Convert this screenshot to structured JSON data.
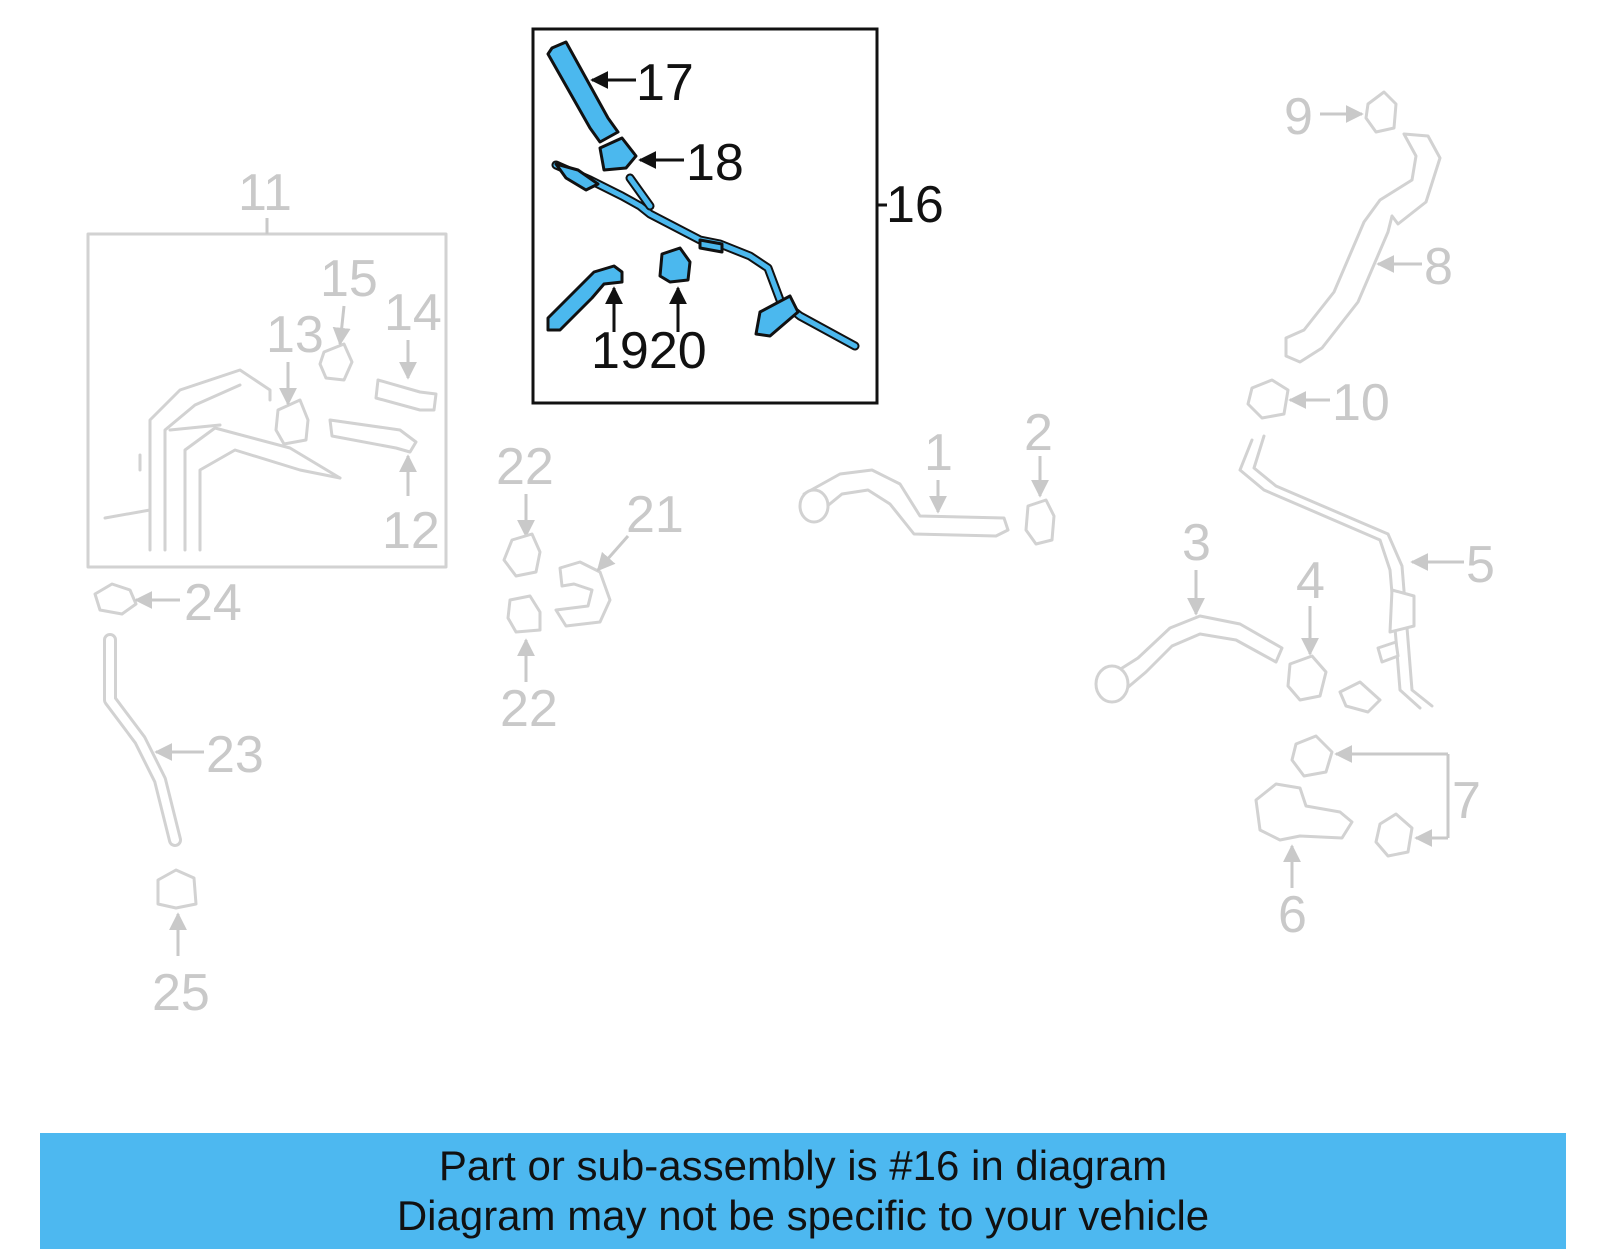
{
  "labels": {
    "l1": "1",
    "l2": "2",
    "l3": "3",
    "l4": "4",
    "l5": "5",
    "l6": "6",
    "l7": "7",
    "l8": "8",
    "l9": "9",
    "l10": "10",
    "l11": "11",
    "l12": "12",
    "l13": "13",
    "l14": "14",
    "l15": "15",
    "l16": "16",
    "l17": "17",
    "l18": "18",
    "l1920": "1920",
    "l21": "21",
    "l22a": "22",
    "l22b": "22",
    "l23": "23",
    "l24": "24",
    "l25": "25"
  },
  "colors": {
    "highlight": "#4bb8ee",
    "banner": "#4db8f0",
    "faded": "#d2d2d2"
  },
  "banner": {
    "line1": "Part or sub-assembly is #16 in diagram",
    "line2": "Diagram may not be specific to your vehicle"
  }
}
